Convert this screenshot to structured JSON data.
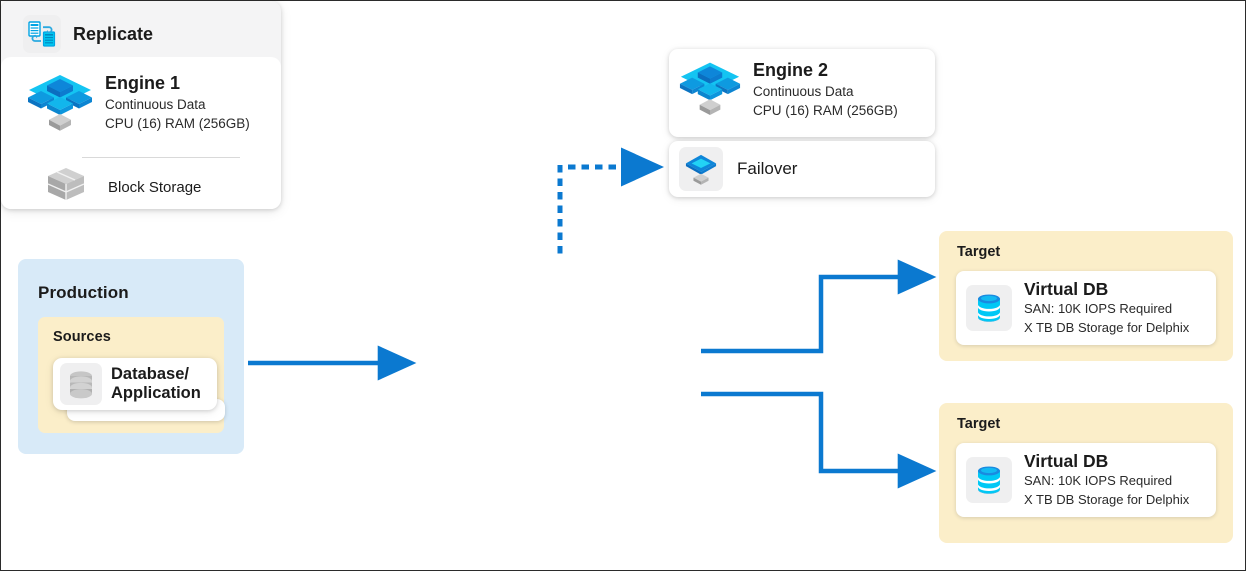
{
  "colors": {
    "arrow_blue": "#0b79d0",
    "group_production_bg": "#d8eaf8",
    "group_sources_bg": "#fbeec9",
    "group_target_bg": "#fbeec9",
    "card_bg": "#ffffff",
    "tile_bg": "#efeff0",
    "icon_blue": "#00a4e4",
    "icon_blue_dark": "#0b78d0",
    "icon_gray": "#b0b0b0"
  },
  "production": {
    "title": "Production",
    "sources": {
      "title": "Sources",
      "items": [
        {
          "label": "Database/\nApplication",
          "label_line1": "Database/",
          "label_line2": "Application",
          "icon": "database-icon"
        }
      ]
    }
  },
  "replicate": {
    "label": "Replicate",
    "icon": "replicate-icon",
    "engine": {
      "title": "Engine 1",
      "subtitle_1": "Continuous Data",
      "subtitle_2": "CPU (16) RAM (256GB)",
      "icon": "engine-icon"
    },
    "block_storage": {
      "label": "Block Storage",
      "icon": "block-storage-icon"
    }
  },
  "engine2": {
    "title": "Engine 2",
    "subtitle_1": "Continuous Data",
    "subtitle_2": "CPU (16) RAM (256GB)",
    "icon": "engine-icon"
  },
  "failover": {
    "label": "Failover",
    "icon": "failover-icon"
  },
  "targets": [
    {
      "title": "Target",
      "vdb": {
        "title": "Virtual DB",
        "subtitle_1": "SAN: 10K IOPS Required",
        "subtitle_2": "X TB DB Storage for Delphix",
        "icon": "virtual-db-icon"
      }
    },
    {
      "title": "Target",
      "vdb": {
        "title": "Virtual DB",
        "subtitle_1": "SAN: 10K IOPS Required",
        "subtitle_2": "X TB DB Storage for Delphix",
        "icon": "virtual-db-icon"
      }
    }
  ],
  "connectors": [
    {
      "name": "production-to-engine1",
      "style": "solid",
      "from": "production",
      "to": "engine1"
    },
    {
      "name": "replicate-to-failover",
      "style": "dotted",
      "from": "replicate",
      "to": "failover"
    },
    {
      "name": "engine1-to-target1",
      "style": "solid",
      "from": "engine1",
      "to": "target1"
    },
    {
      "name": "engine1-to-target2",
      "style": "solid",
      "from": "engine1",
      "to": "target2"
    }
  ]
}
